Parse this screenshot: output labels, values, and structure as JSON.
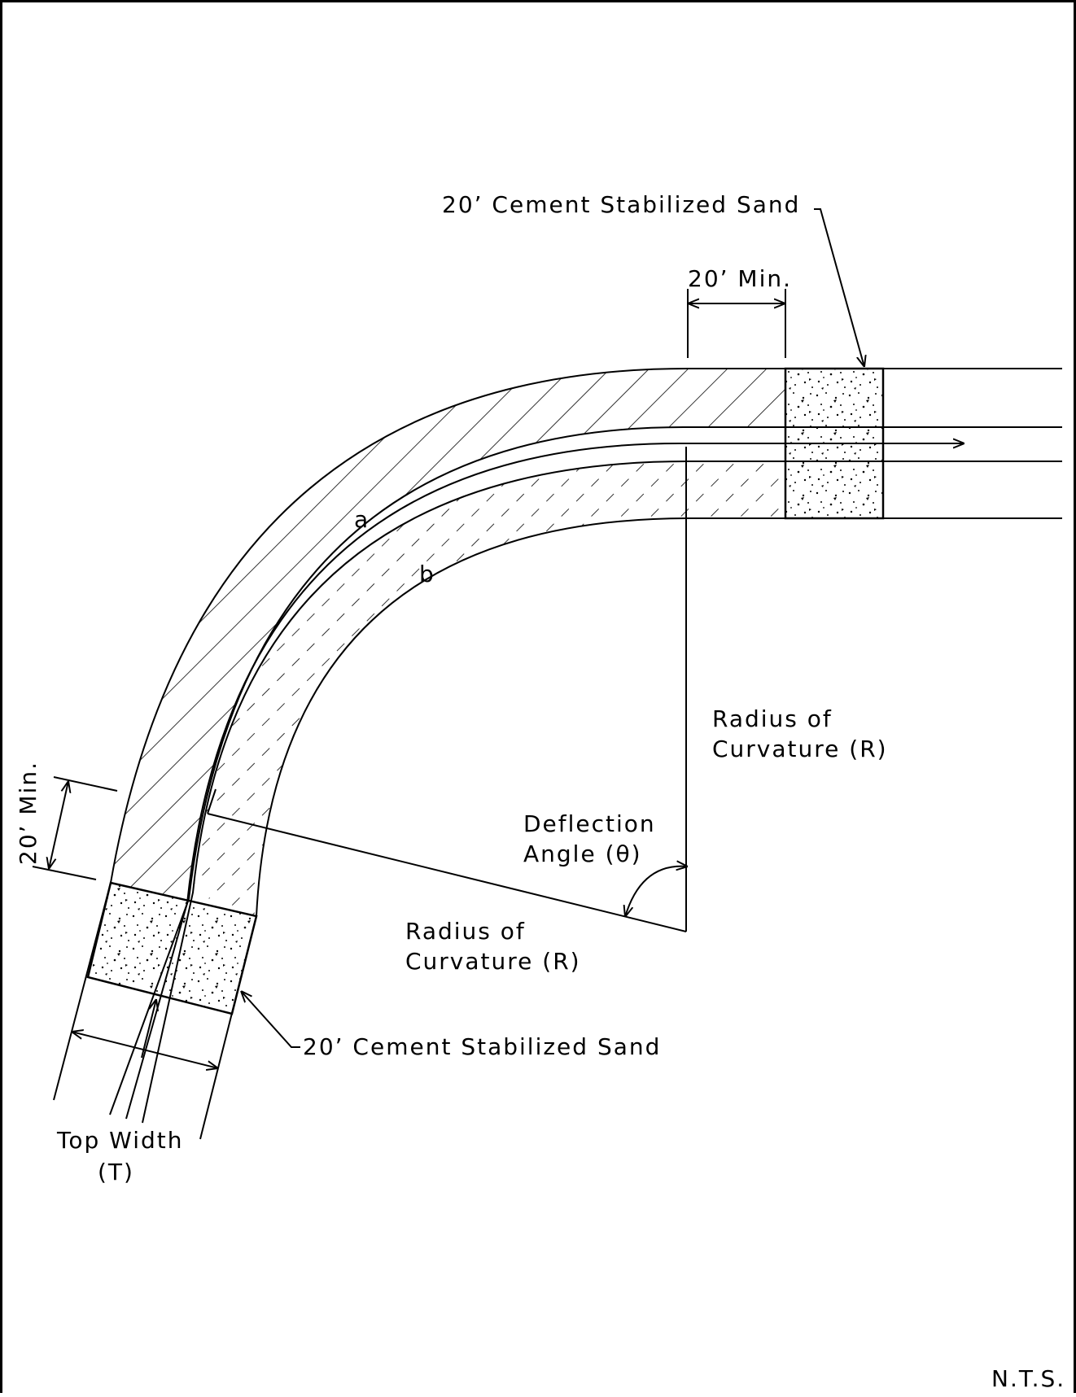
{
  "labels": {
    "sand_top": "20’ Cement Stabilized Sand",
    "sand_bottom": "20’ Cement Stabilized Sand",
    "min_top": "20’ Min.",
    "min_left": "20’ Min.",
    "radius_right_line1": "Radius of",
    "radius_right_line2": "Curvature (R)",
    "radius_lower_line1": "Radius of",
    "radius_lower_line2": "Curvature (R)",
    "deflection_line1": "Deflection",
    "deflection_line2": "Angle (θ)",
    "top_width_line1": "Top Width",
    "top_width_line2": "(T)",
    "marker_a": "a",
    "marker_b": "b",
    "nts": "N.T.S."
  }
}
